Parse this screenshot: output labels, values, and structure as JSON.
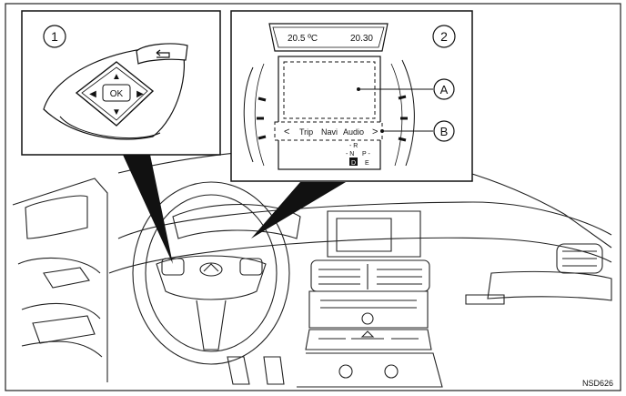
{
  "callouts": {
    "panel1_number": "1",
    "panel2_number": "2",
    "label_a": "A",
    "label_b": "B"
  },
  "steering_switch": {
    "ok_label": "OK",
    "up_arrow": "▲",
    "down_arrow": "▼",
    "left_arrow": "◀",
    "right_arrow": "▶",
    "back_icon": "back-arrow-icon"
  },
  "display": {
    "temperature": "20.5 ºC",
    "clock": "20.30",
    "nav_left": "<",
    "nav_right": ">",
    "menu_items": [
      "Trip",
      "Navi",
      "Audio"
    ],
    "gear_r": "- R",
    "gear_n": "- N",
    "gear_p": "P -",
    "gear_d": "D",
    "gear_e": "E"
  },
  "figure_code": "NSD626",
  "colors": {
    "line": "#111111",
    "background": "#ffffff"
  }
}
